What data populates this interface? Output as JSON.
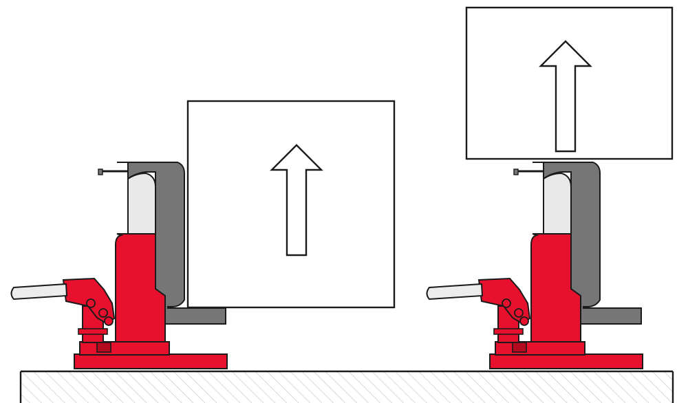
{
  "colors": {
    "jack_red": "#e8112d",
    "jack_red_dark": "#b30a1f",
    "toe_gray": "#767676",
    "ram_light": "#e9e9e9",
    "handle_light": "#ececec",
    "outline": "#1a1a1a",
    "floor_hatch": "#c8c8c8",
    "load_fill": "#ffffff"
  },
  "panels": [
    {
      "name": "left-lift",
      "load_position": "toe-lift",
      "arrow": "up"
    },
    {
      "name": "right-lift",
      "load_position": "top-lift",
      "arrow": "up"
    }
  ],
  "icons": [
    "up-arrow-icon",
    "hydraulic-toe-jack-icon",
    "floor-hatch"
  ]
}
